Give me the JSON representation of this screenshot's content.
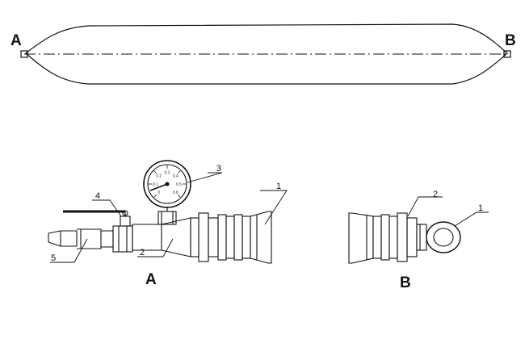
{
  "end_labels": {
    "left": "A",
    "right": "B"
  },
  "view_labels": {
    "view_a": "A",
    "view_b": "B"
  },
  "callouts": {
    "a_part_1": "1",
    "a_part_2": "2",
    "a_part_3": "3",
    "a_part_4": "4",
    "a_part_5": "5",
    "b_part_1": "1",
    "b_part_2": "2"
  },
  "gauge_scale": [
    "0",
    "0.1",
    "0.2",
    "0.3",
    "0.4",
    "0.5",
    "0.6"
  ]
}
